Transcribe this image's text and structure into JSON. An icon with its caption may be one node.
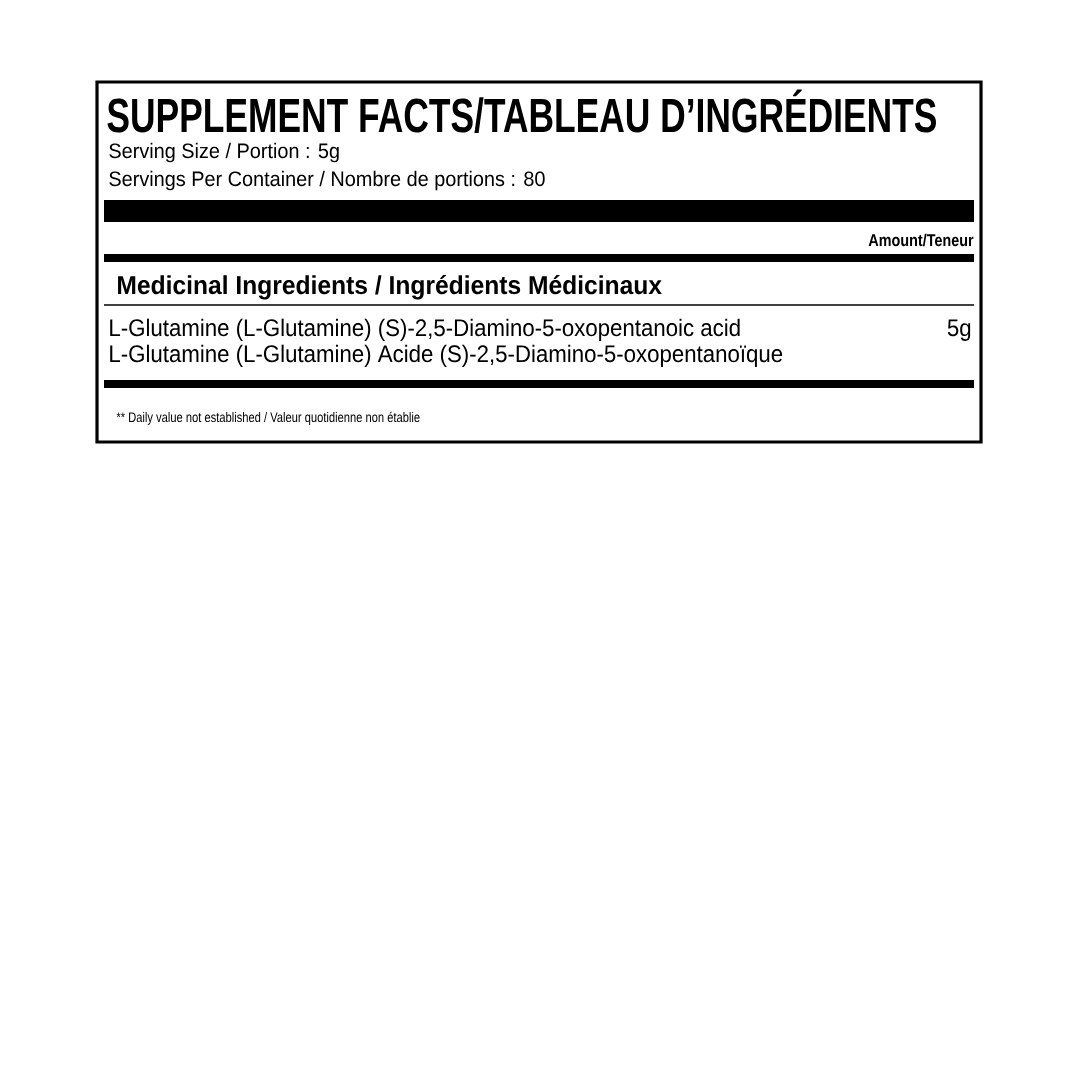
{
  "diagram": {
    "title": "SUPPLEMENT FACTS/TABLEAU D’INGRÉDIENTS",
    "labels": [
      "Serving Size / Portion : 5g",
      "Servings Per Container / Nombre de portions : 80",
      "Amount/Teneur",
      "Medicinal Ingredients / Ingrédients Médicinaux",
      "L-Glutamine (L-Glutamine) (S)-2,5-Diamino-5-oxopentanoic acid",
      "5g",
      "L-Glutamine (L-Glutamine) Acide (S)-2,5-Diamino-5-oxopentanoïque",
      "** Daily value not established / Valeur quotidienne non établie"
    ]
  }
}
